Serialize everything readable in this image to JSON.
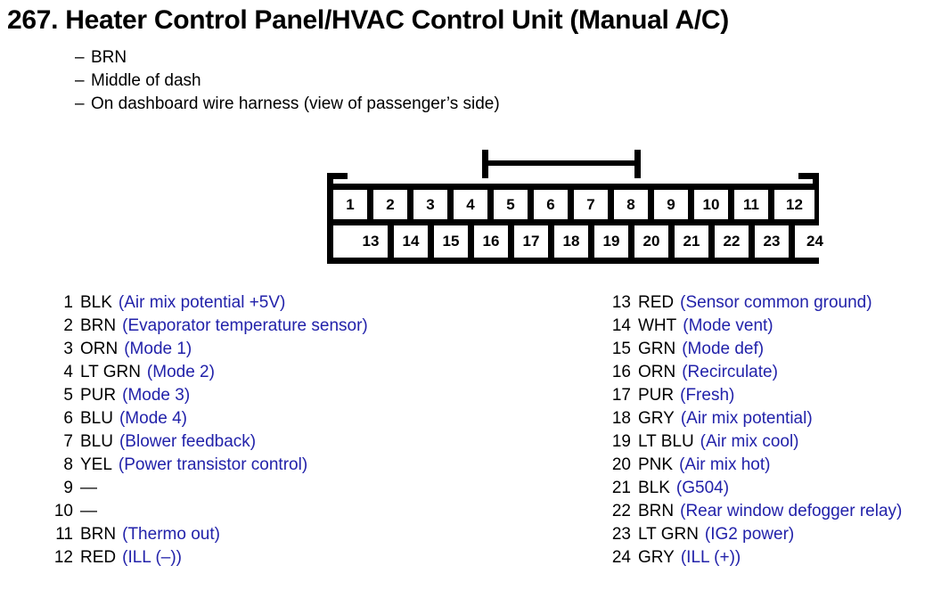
{
  "title": "267. Heater Control Panel/HVAC Control Unit (Manual A/C)",
  "notes": {
    "dash": "–",
    "lines": [
      "BRN",
      "Middle of dash",
      "On dashboard wire harness (view of passenger’s side)"
    ]
  },
  "connector": {
    "top_row_pins": [
      "1",
      "2",
      "3",
      "4",
      "5",
      "6",
      "7",
      "8",
      "9",
      "10",
      "11",
      "12"
    ],
    "bottom_row_pins": [
      "13",
      "14",
      "15",
      "16",
      "17",
      "18",
      "19",
      "20",
      "21",
      "22",
      "23",
      "24"
    ]
  },
  "colors": {
    "description_blue": "#2222aa",
    "text_black": "#000000",
    "background": "#ffffff"
  },
  "pin_list_left": [
    {
      "num": "1",
      "color": "BLK",
      "desc": "(Air mix potential +5V)"
    },
    {
      "num": "2",
      "color": "BRN",
      "desc": "(Evaporator temperature sensor)"
    },
    {
      "num": "3",
      "color": "ORN",
      "desc": "(Mode 1)"
    },
    {
      "num": "4",
      "color": "LT GRN",
      "desc": "(Mode 2)"
    },
    {
      "num": "5",
      "color": "PUR",
      "desc": "(Mode 3)"
    },
    {
      "num": "6",
      "color": "BLU",
      "desc": "(Mode 4)"
    },
    {
      "num": "7",
      "color": "BLU",
      "desc": "(Blower feedback)"
    },
    {
      "num": "8",
      "color": "YEL",
      "desc": "(Power transistor control)"
    },
    {
      "num": "9",
      "color": "—",
      "desc": ""
    },
    {
      "num": "10",
      "color": "—",
      "desc": ""
    },
    {
      "num": "11",
      "color": "BRN",
      "desc": "(Thermo out)"
    },
    {
      "num": "12",
      "color": "RED",
      "desc": "(ILL (–))"
    }
  ],
  "pin_list_right": [
    {
      "num": "13",
      "color": "RED",
      "desc": "(Sensor common ground)"
    },
    {
      "num": "14",
      "color": "WHT",
      "desc": "(Mode vent)"
    },
    {
      "num": "15",
      "color": "GRN",
      "desc": "(Mode def)"
    },
    {
      "num": "16",
      "color": "ORN",
      "desc": "(Recirculate)"
    },
    {
      "num": "17",
      "color": "PUR",
      "desc": "(Fresh)"
    },
    {
      "num": "18",
      "color": "GRY",
      "desc": "(Air mix potential)"
    },
    {
      "num": "19",
      "color": "LT BLU",
      "desc": "(Air mix cool)"
    },
    {
      "num": "20",
      "color": "PNK",
      "desc": "(Air mix hot)"
    },
    {
      "num": "21",
      "color": "BLK",
      "desc": "(G504)"
    },
    {
      "num": "22",
      "color": "BRN",
      "desc": "(Rear window defogger relay)"
    },
    {
      "num": "23",
      "color": "LT GRN",
      "desc": "(IG2 power)"
    },
    {
      "num": "24",
      "color": "GRY",
      "desc": "(ILL (+))"
    }
  ]
}
